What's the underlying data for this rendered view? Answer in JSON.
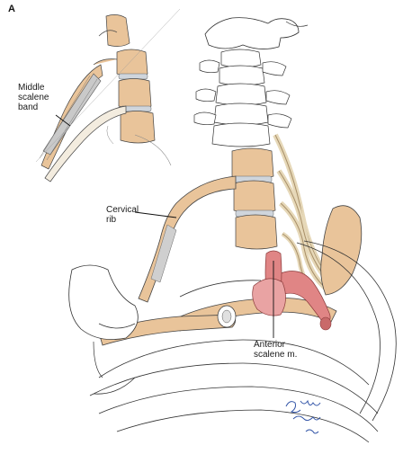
{
  "figure": {
    "panel_letter": "A",
    "labels": {
      "middle_scalene_band": "Middle\nscalene\nband",
      "cervical_rib": "Cervical\nrib",
      "anterior_scalene": "Anterior\nscalene m."
    },
    "signature": "Jerry Wiand"
  },
  "colors": {
    "bone": "#e9c49a",
    "bone_dark": "#c99a6c",
    "disc": "#cfd5dc",
    "muscle": "#e08585",
    "muscle_dark": "#b85555",
    "nerve": "#e6d8b8",
    "ink": "#2a2a2a",
    "signature": "#3456a8"
  }
}
